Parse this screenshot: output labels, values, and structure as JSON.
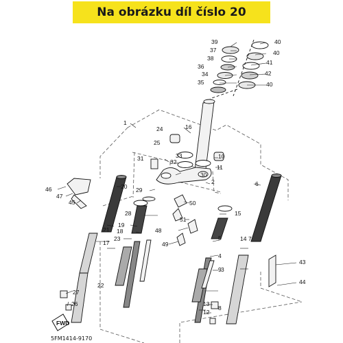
{
  "banner": {
    "title": "Na obrázku díl číslo 20"
  },
  "diagram": {
    "code": "5FM1414-9170",
    "fwd": "FWD",
    "callouts": [
      "1",
      "2",
      "3",
      "4",
      "5",
      "6",
      "7",
      "8",
      "9",
      "10",
      "11",
      "12",
      "13",
      "14",
      "15",
      "16",
      "17",
      "18",
      "19",
      "20",
      "21",
      "22",
      "23",
      "24",
      "25",
      "26",
      "27",
      "28",
      "29",
      "30",
      "31",
      "32",
      "33",
      "34",
      "35",
      "36",
      "37",
      "38",
      "39",
      "40",
      "40",
      "40",
      "41",
      "42",
      "43",
      "44",
      "45",
      "46",
      "47",
      "48",
      "49",
      "50",
      "51"
    ]
  },
  "colors": {
    "banner": "#f6e21c",
    "line": "#111111",
    "fork_tube": "#3a3a3a",
    "outer_tube": "#d6d6d6"
  }
}
